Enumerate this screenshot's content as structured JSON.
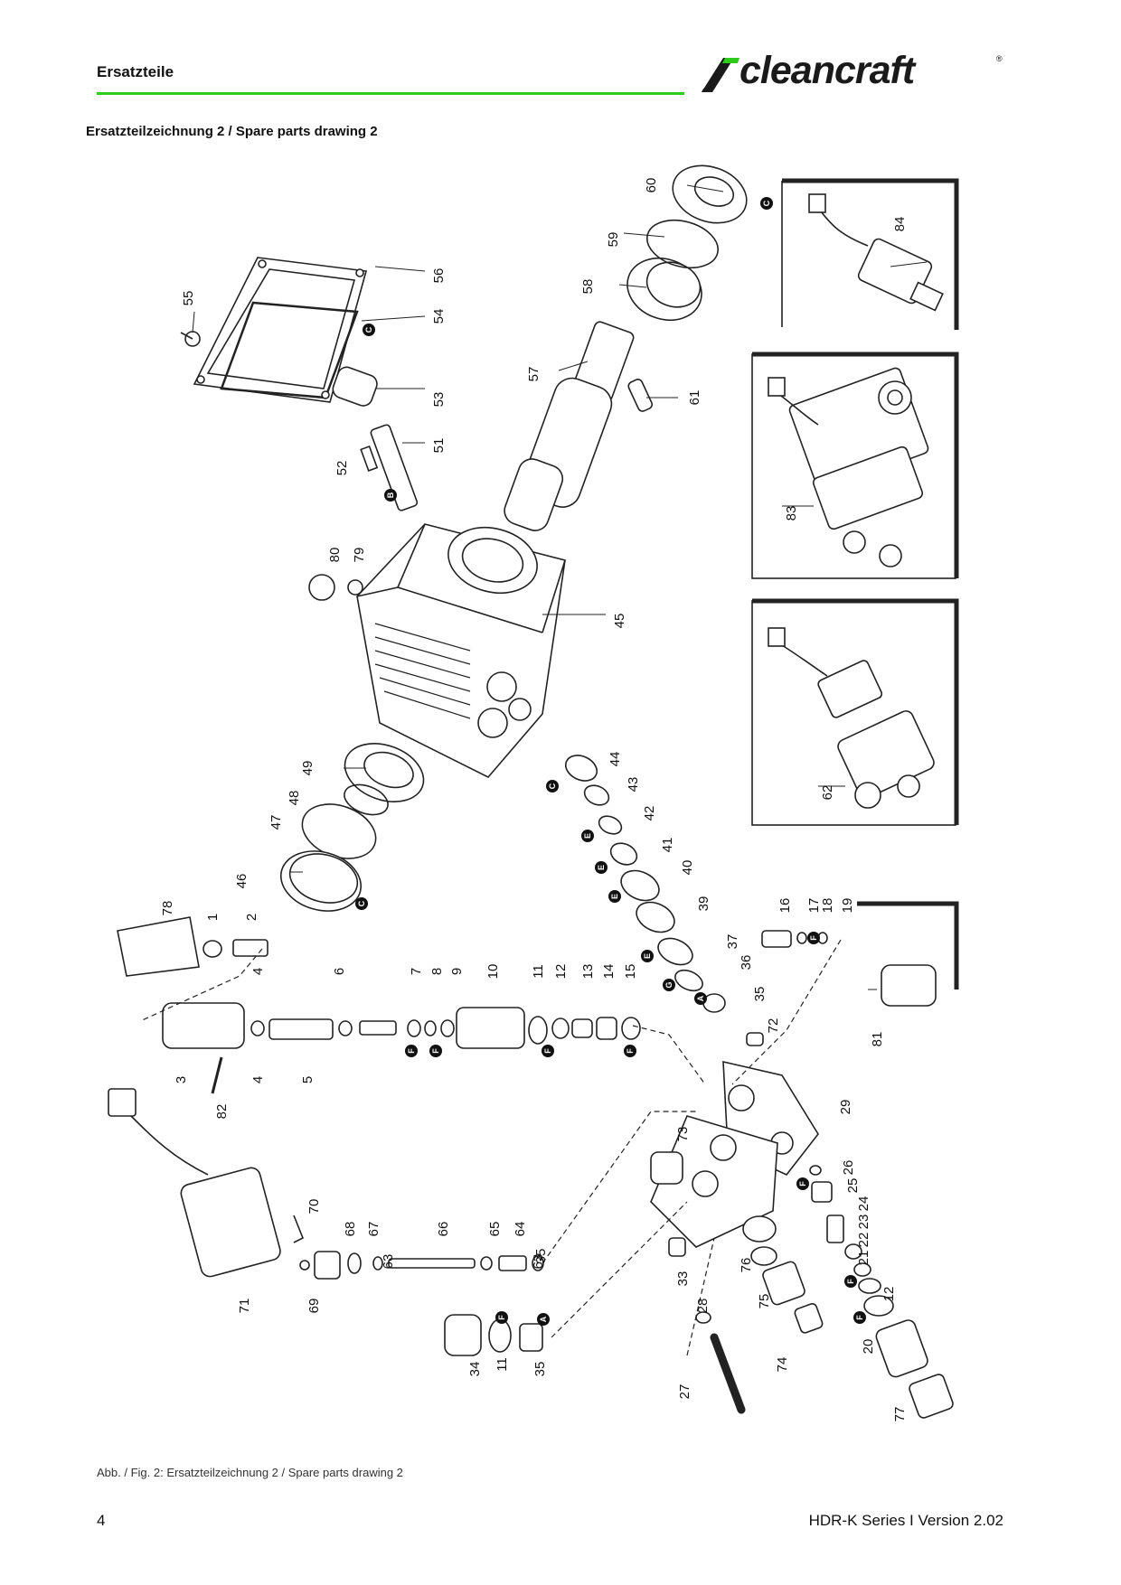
{
  "header": {
    "section_title": "Ersatzteile",
    "accent_color": "#2ecc1a",
    "logo": {
      "brand": "cleancraft",
      "mark": "®"
    }
  },
  "subtitle": "Ersatzteilzeichnung 2 / Spare parts drawing 2",
  "drawing": {
    "part_numbers": [
      "1",
      "2",
      "3",
      "4",
      "4",
      "5",
      "6",
      "7",
      "8",
      "9",
      "10",
      "11",
      "11",
      "12",
      "12",
      "13",
      "14",
      "15",
      "16",
      "17",
      "18",
      "19",
      "20",
      "21",
      "22",
      "23",
      "24",
      "25",
      "26",
      "27",
      "28",
      "29",
      "33",
      "34",
      "35",
      "35",
      "35",
      "36",
      "37",
      "39",
      "40",
      "41",
      "42",
      "43",
      "44",
      "45",
      "46",
      "47",
      "48",
      "49",
      "51",
      "52",
      "53",
      "54",
      "55",
      "56",
      "57",
      "58",
      "59",
      "60",
      "61",
      "62",
      "63",
      "63",
      "64",
      "65",
      "66",
      "67",
      "68",
      "69",
      "70",
      "71",
      "72",
      "73",
      "74",
      "75",
      "76",
      "77",
      "78",
      "79",
      "80",
      "81",
      "82",
      "83",
      "84"
    ],
    "callout_letters": [
      "A",
      "B",
      "C",
      "E",
      "F",
      "G"
    ]
  },
  "caption": "Abb. / Fig. 2: Ersatzteilzeichnung  2 / Spare parts drawing 2",
  "footer": {
    "page_number": "4",
    "document": "HDR-K Series I Version 2.02"
  }
}
